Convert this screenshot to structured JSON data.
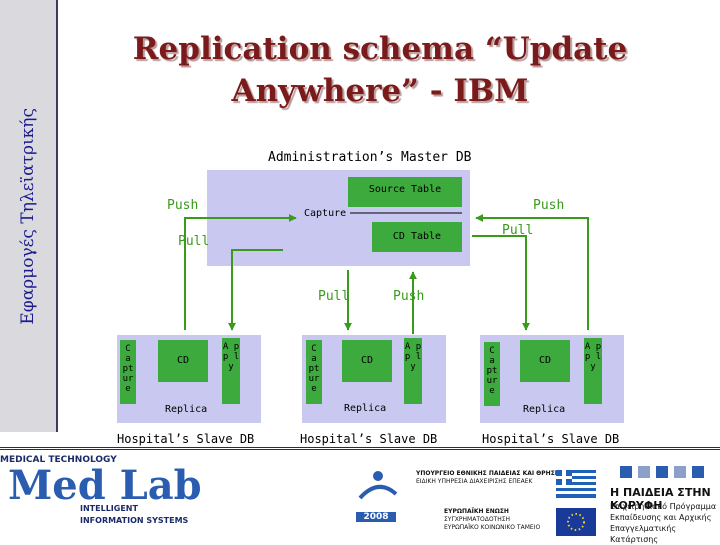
{
  "sidebar_text": "Εφαρμογές Τηλεϊατρικής",
  "title_line1": "Replication schema “Update",
  "title_line2": "Anywhere” - IBM",
  "master": {
    "label": "Administration’s Master DB",
    "source_table": "Source Table",
    "cd_table": "CD Table",
    "capture": "Capture"
  },
  "flows": {
    "push_left": "Push",
    "push_right": "Push",
    "pull_left": "Pull",
    "pull_right": "Pull",
    "pull_center": "Pull",
    "push_center": "Push"
  },
  "slaves": [
    {
      "capture": "C a pt ur e",
      "cd": "CD",
      "apply": "A p p l y",
      "replica": "Replica",
      "label": "Hospital’s Slave DB"
    },
    {
      "capture": "C a pt ur e",
      "cd": "CD",
      "apply": "A p p l y",
      "replica": "Replica",
      "label": "Hospital’s Slave DB"
    },
    {
      "capture": "C a pt ur e",
      "cd": "CD",
      "apply": "A p p l y",
      "replica": "Replica",
      "label": "Hospital’s Slave DB"
    }
  ],
  "footer": {
    "medlab_top": "MEDICAL TECHNOLOGY",
    "medlab_logo": "Med Lab",
    "medlab_sub1": "INTELLIGENT",
    "medlab_sub2": "INFORMATION SYSTEMS",
    "ministry_line1": "ΥΠΟΥΡΓΕΙΟ ΕΘΝΙΚΗΣ ΠΑΙΔΕΙΑΣ ΚΑΙ ΘΡΗΣΚΕΥΜΑΤΩΝ",
    "ministry_line2": "ΕΙΔΙΚΗ ΥΠΗΡΕΣΙΑ ΔΙΑΧΕΙΡΙΣΗΣ ΕΠΕΑΕΚ",
    "eu_line1": "ΕΥΡΩΠΑΪΚΗ ΕΝΩΣΗ",
    "eu_line2": "ΣΥΓΧΡΗΜΑΤΟΔΟΤΗΣΗ",
    "eu_line3": "ΕΥΡΩΠΑΪΚΟ ΚΟΙΝΩΝΙΚΟ ΤΑΜΕΙΟ",
    "slogan": "Η ΠΑΙΔΕΙΑ ΣΤΗΝ ΚΟΡΥΦΗ",
    "slogan_sub": "Επιχειρησιακό Πρόγραμμα Εκπαίδευσης και Αρχικής Επαγγελματικής Κατάρτισης",
    "logo_2008": "2008"
  },
  "colors": {
    "box_fill": "#c8c8f0",
    "green": "#3caa3c",
    "arrow": "#3a9a1a",
    "title": "#7a1a1a"
  }
}
